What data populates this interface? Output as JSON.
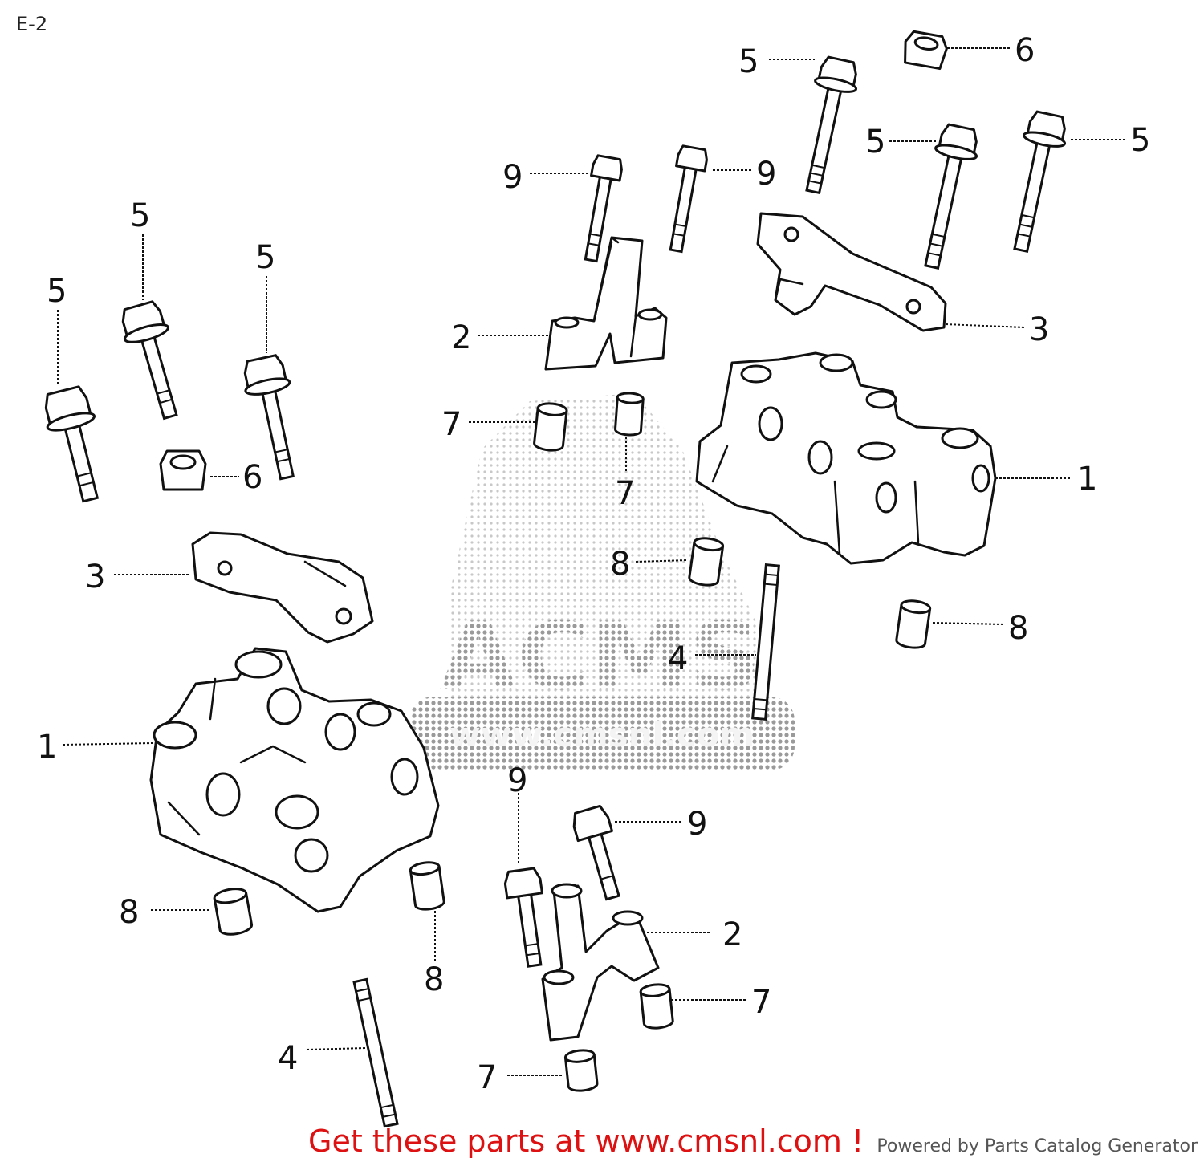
{
  "page": {
    "title": "E-2"
  },
  "watermark": {
    "text": "ACMS",
    "site": "www.cmsnl.com"
  },
  "footer": {
    "cta": "Get these parts at www.cmsnl.com !",
    "powered_by": "Powered by Parts Catalog Generator"
  },
  "parts": {
    "holder_upper": {
      "ref": "1"
    },
    "holder_lower": {
      "ref": "1"
    },
    "plate_a": {
      "ref": "2"
    },
    "plate_b": {
      "ref": "2"
    },
    "stay_upper": {
      "ref": "3"
    },
    "stay_lower": {
      "ref": "3"
    },
    "stud_upper": {
      "ref": "4"
    },
    "stud_lower": {
      "ref": "4"
    },
    "bolt5_a": {
      "ref": "5"
    },
    "bolt5_b": {
      "ref": "5"
    },
    "bolt5_c": {
      "ref": "5"
    },
    "bolt5_d": {
      "ref": "5"
    },
    "bolt5_e": {
      "ref": "5"
    },
    "bolt5_f": {
      "ref": "5"
    },
    "nut6_a": {
      "ref": "6"
    },
    "nut6_b": {
      "ref": "6"
    },
    "dowel7_a": {
      "ref": "7"
    },
    "dowel7_b": {
      "ref": "7"
    },
    "dowel7_c": {
      "ref": "7"
    },
    "dowel7_d": {
      "ref": "7"
    },
    "dowel8_a": {
      "ref": "8"
    },
    "dowel8_b": {
      "ref": "8"
    },
    "dowel8_c": {
      "ref": "8"
    },
    "dowel8_d": {
      "ref": "8"
    },
    "bolt9_a": {
      "ref": "9"
    },
    "bolt9_b": {
      "ref": "9"
    },
    "bolt9_c": {
      "ref": "9"
    },
    "bolt9_d": {
      "ref": "9"
    }
  }
}
